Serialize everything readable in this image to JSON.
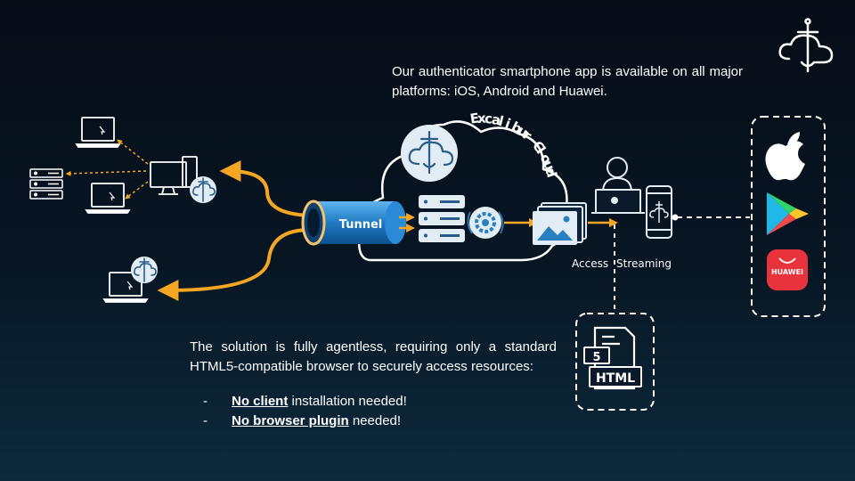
{
  "intro_text": "Our authenticator smartphone app is available on all major platforms: iOS, Android and Huawei.",
  "cloud_label": "Excalibur Cloud",
  "tunnel_label": "Tunnel",
  "access_label": "Access",
  "streaming_label": "Streaming",
  "html_label": "HTML",
  "html5_number": "5",
  "huawei_label": "HUAWEI",
  "solution_text": "The solution is fully agentless, requiring only a standard HTML5-compatible browser to securely access resources:",
  "bullets": [
    {
      "dash": "-",
      "emphasis": "No client",
      "rest": " installation needed!"
    },
    {
      "dash": "-",
      "emphasis": "No browser plugin",
      "rest": " needed!"
    }
  ],
  "colors": {
    "accent_orange": "#f5a623",
    "tunnel_blue": "#1f7ac2",
    "icon_bg": "#dfe9f2",
    "icon_stroke": "#2a5c8a",
    "huawei_red": "#e8333c"
  },
  "icons": [
    "excalibur-logo-icon",
    "apple-icon",
    "google-play-icon",
    "huawei-appgallery-icon",
    "html5-file-icon",
    "laptop-icon",
    "server-icon",
    "desktop-icon",
    "gear-icon",
    "gallery-icon",
    "user-at-laptop-icon",
    "smartphone-icon"
  ]
}
